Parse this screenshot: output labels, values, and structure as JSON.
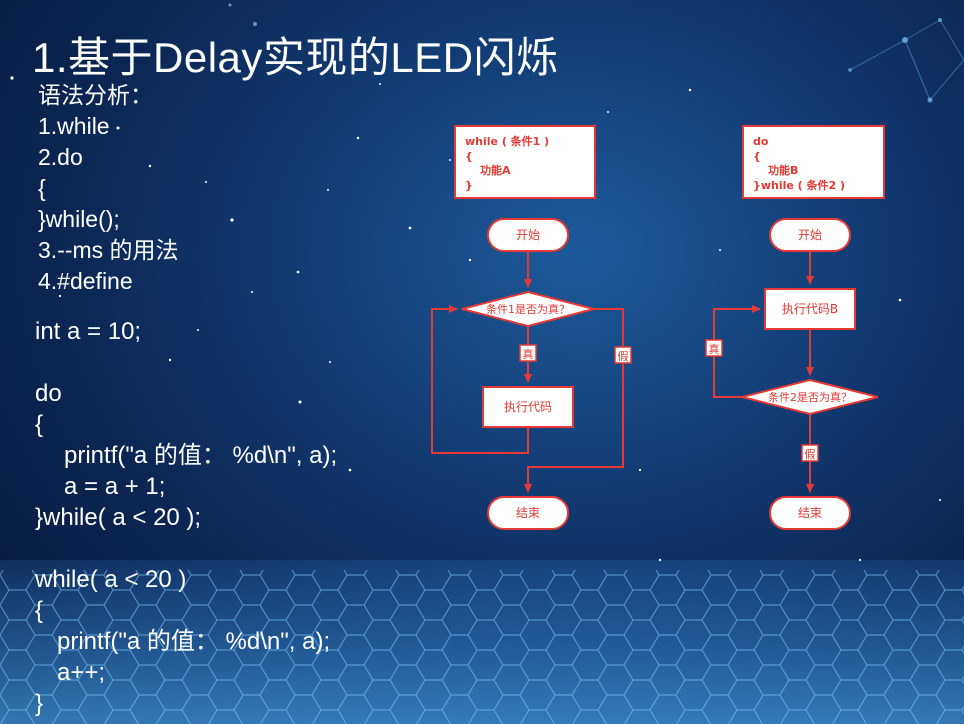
{
  "title": "1.基于Delay实现的LED闪烁",
  "analysis": {
    "heading": "语法分析：",
    "items": [
      "1.while",
      "2.do",
      "{",
      "}while();",
      "3.--ms 的用法",
      "4.#define"
    ]
  },
  "code": {
    "lines": [
      "int a = 10;",
      "",
      "do",
      "{",
      "printf(\"a 的值： %d\\n\", a);",
      "a = a + 1;",
      "}while( a < 20 );",
      "",
      "while( a < 20 )",
      "{",
      "printf(\"a 的值： %d\\n\", a);",
      "a++;",
      "}"
    ]
  },
  "flow_while": {
    "syntax": [
      "while ( 条件1 )",
      "{",
      "功能A",
      "}"
    ],
    "start": "开始",
    "condition": "条件1是否为真？",
    "true_label": "真",
    "false_label": "假",
    "action": "执行代码",
    "end": "结束"
  },
  "flow_do": {
    "syntax": [
      "do",
      "{",
      "功能B",
      "}while ( 条件2 )"
    ],
    "start": "开始",
    "action": "执行代码B",
    "true_label": "真",
    "condition": "条件2是否为真？",
    "false_label": "假",
    "end": "结束"
  },
  "colors": {
    "flow_red": "#e53935",
    "background": "#0b2552",
    "text": "#ffffff"
  }
}
